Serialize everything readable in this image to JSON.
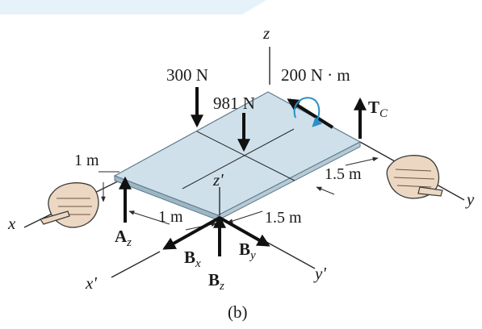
{
  "figure": {
    "caption": "(b)",
    "background_color": "#ffffff",
    "header_tint": "#e6f2fa",
    "plate_top_color": "#cfe0ea",
    "plate_edge_color": "#9db6c4",
    "moment_arrow_color": "#2b8fc9",
    "skin_color": "#ecd7c2"
  },
  "axes": {
    "z": "z",
    "x": "x",
    "y": "y",
    "z_prime": "z'",
    "x_prime": "x'",
    "y_prime": "y'"
  },
  "loads": {
    "force_300": "300 N",
    "weight_981": "981 N",
    "moment_200": "200 N · m",
    "tc_main": "T",
    "tc_sub": "C"
  },
  "reactions": {
    "az_main": "A",
    "az_sub": "z",
    "bx_main": "B",
    "bx_sub": "x",
    "by_main": "B",
    "by_sub": "y",
    "bz_main": "B",
    "bz_sub": "z"
  },
  "dimensions": {
    "left_width": "1 m",
    "left_length": "1 m",
    "front_length": "1.5 m",
    "right_length": "1.5 m"
  },
  "icons": [
    "right-hand-icon",
    "right-hand-icon",
    "curved-moment-arrow-icon"
  ]
}
